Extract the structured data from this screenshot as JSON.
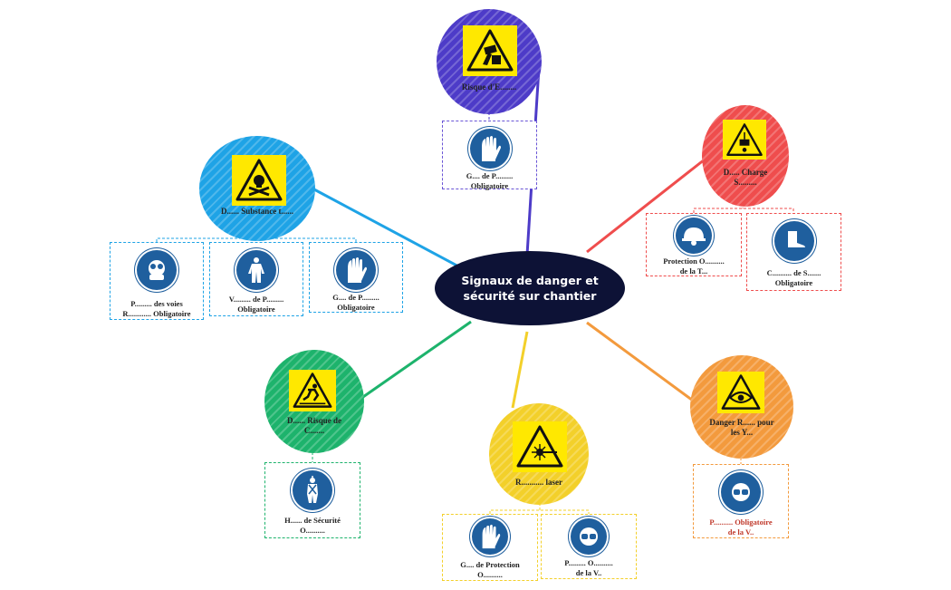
{
  "center": {
    "line1": "Signaux de danger et",
    "line2": "sécurité sur chantier",
    "color": "#0d1236"
  },
  "branches": {
    "top": {
      "color": "#4d3bc8",
      "label": "Risque d'E........",
      "icon": "entrainement-icon",
      "items": [
        {
          "icon": "gloves-icon",
          "line1": "G.... de P.........",
          "line2": "Obligatoire"
        }
      ]
    },
    "left": {
      "color": "#1ea3e6",
      "label": "D...... Substance t......",
      "icon": "toxic-icon",
      "items": [
        {
          "icon": "respirator-icon",
          "line1": "P......... des voies",
          "line2": "R............ Obligatoire"
        },
        {
          "icon": "coverall-icon",
          "line1": "V......... de P.........",
          "line2": "Obligatoire"
        },
        {
          "icon": "gloves-icon",
          "line1": "G.... de P.........",
          "line2": "Obligatoire"
        }
      ]
    },
    "right": {
      "color": "#ef4d4d",
      "label_line1": "D..... Charge",
      "label_line2": "S.........",
      "icon": "suspended-load-icon",
      "items": [
        {
          "icon": "helmet-icon",
          "line1": "Protection O..........",
          "line2": "de la T..."
        },
        {
          "icon": "boots-icon",
          "line1": "C.......... de S.......",
          "line2": "Obligatoire"
        }
      ]
    },
    "bottom_left": {
      "color": "#1db36c",
      "label_line1": "D...... Risque de",
      "label_line2": "C.......",
      "icon": "fall-icon",
      "items": [
        {
          "icon": "harness-icon",
          "line1": "H...... de Sécurité",
          "line2": "O.........."
        }
      ]
    },
    "bottom": {
      "color": "#f3d02a",
      "label": "R........... laser",
      "icon": "laser-icon",
      "items": [
        {
          "icon": "gloves-icon",
          "line1": "G.... de Protection",
          "line2": "O.........."
        },
        {
          "icon": "goggles-icon",
          "line1": "P......... O..........",
          "line2": "de la V.."
        }
      ]
    },
    "bottom_right": {
      "color": "#f39a3d",
      "label_line1": "Danger R...... pour",
      "label_line2": "les Y...",
      "icon": "eye-icon",
      "items": [
        {
          "icon": "goggles-icon",
          "line1": "P.......... Obligatoire",
          "line2": "de la V.."
        }
      ]
    }
  }
}
